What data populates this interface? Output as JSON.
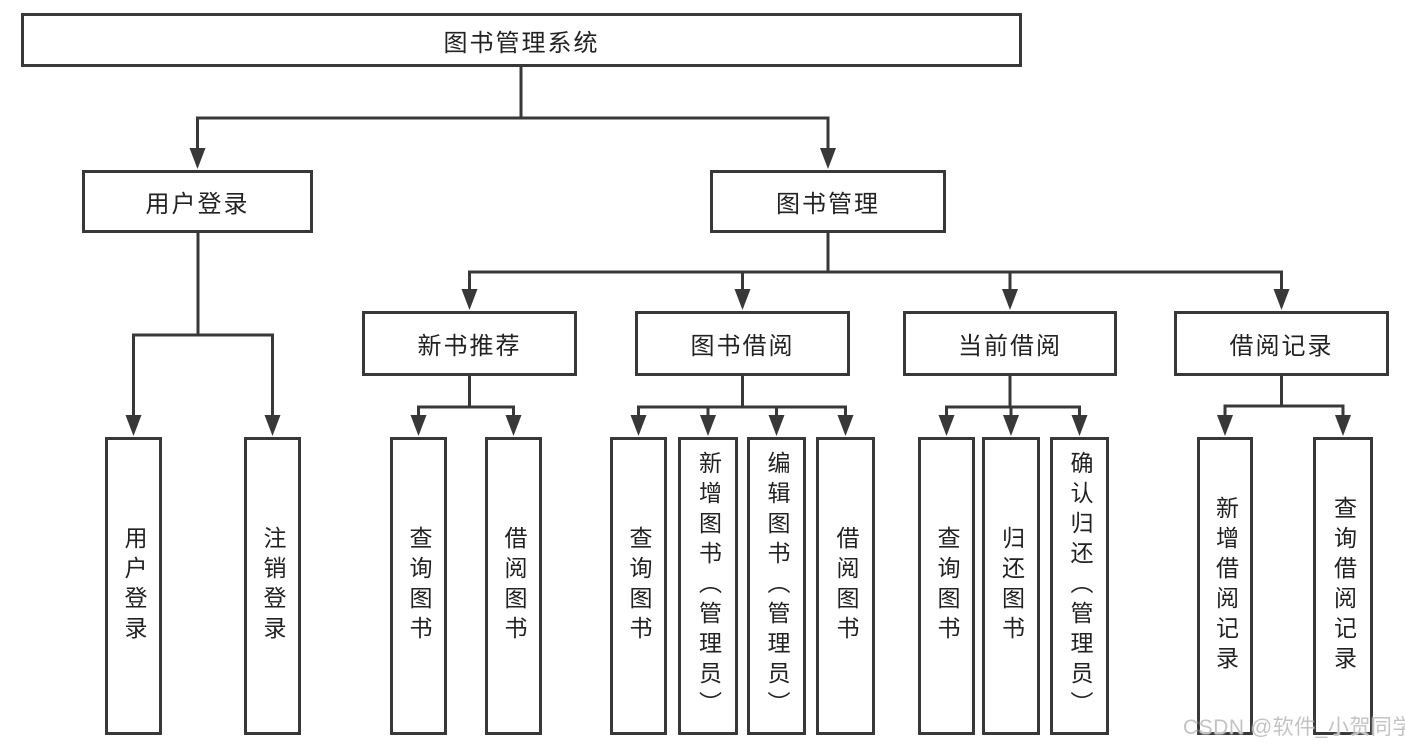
{
  "diagram_title": "图书管理系统",
  "watermark": "CSDN @软件_小贺同学",
  "colors": {
    "line": "#383838",
    "box_border": "#383838",
    "box_background": "#ffffff",
    "text": "#222222",
    "watermark": "#c3c3c3",
    "page_background": "#ffffff"
  },
  "tree": {
    "label": "图书管理系统",
    "children": [
      {
        "label": "用户登录",
        "children": [
          {
            "label": "用户登录"
          },
          {
            "label": "注销登录"
          }
        ]
      },
      {
        "label": "图书管理",
        "children": [
          {
            "label": "新书推荐",
            "children": [
              {
                "label": "查询图书"
              },
              {
                "label": "借阅图书"
              }
            ]
          },
          {
            "label": "图书借阅",
            "children": [
              {
                "label": "查询图书"
              },
              {
                "label": "新增图书（管理员）"
              },
              {
                "label": "编辑图书（管理员）"
              },
              {
                "label": "借阅图书"
              }
            ]
          },
          {
            "label": "当前借阅",
            "children": [
              {
                "label": "查询图书"
              },
              {
                "label": "归还图书"
              },
              {
                "label": "确认归还（管理员）"
              }
            ]
          },
          {
            "label": "借阅记录",
            "children": [
              {
                "label": "新增借阅记录"
              },
              {
                "label": "查询借阅记录"
              }
            ]
          }
        ]
      }
    ]
  }
}
